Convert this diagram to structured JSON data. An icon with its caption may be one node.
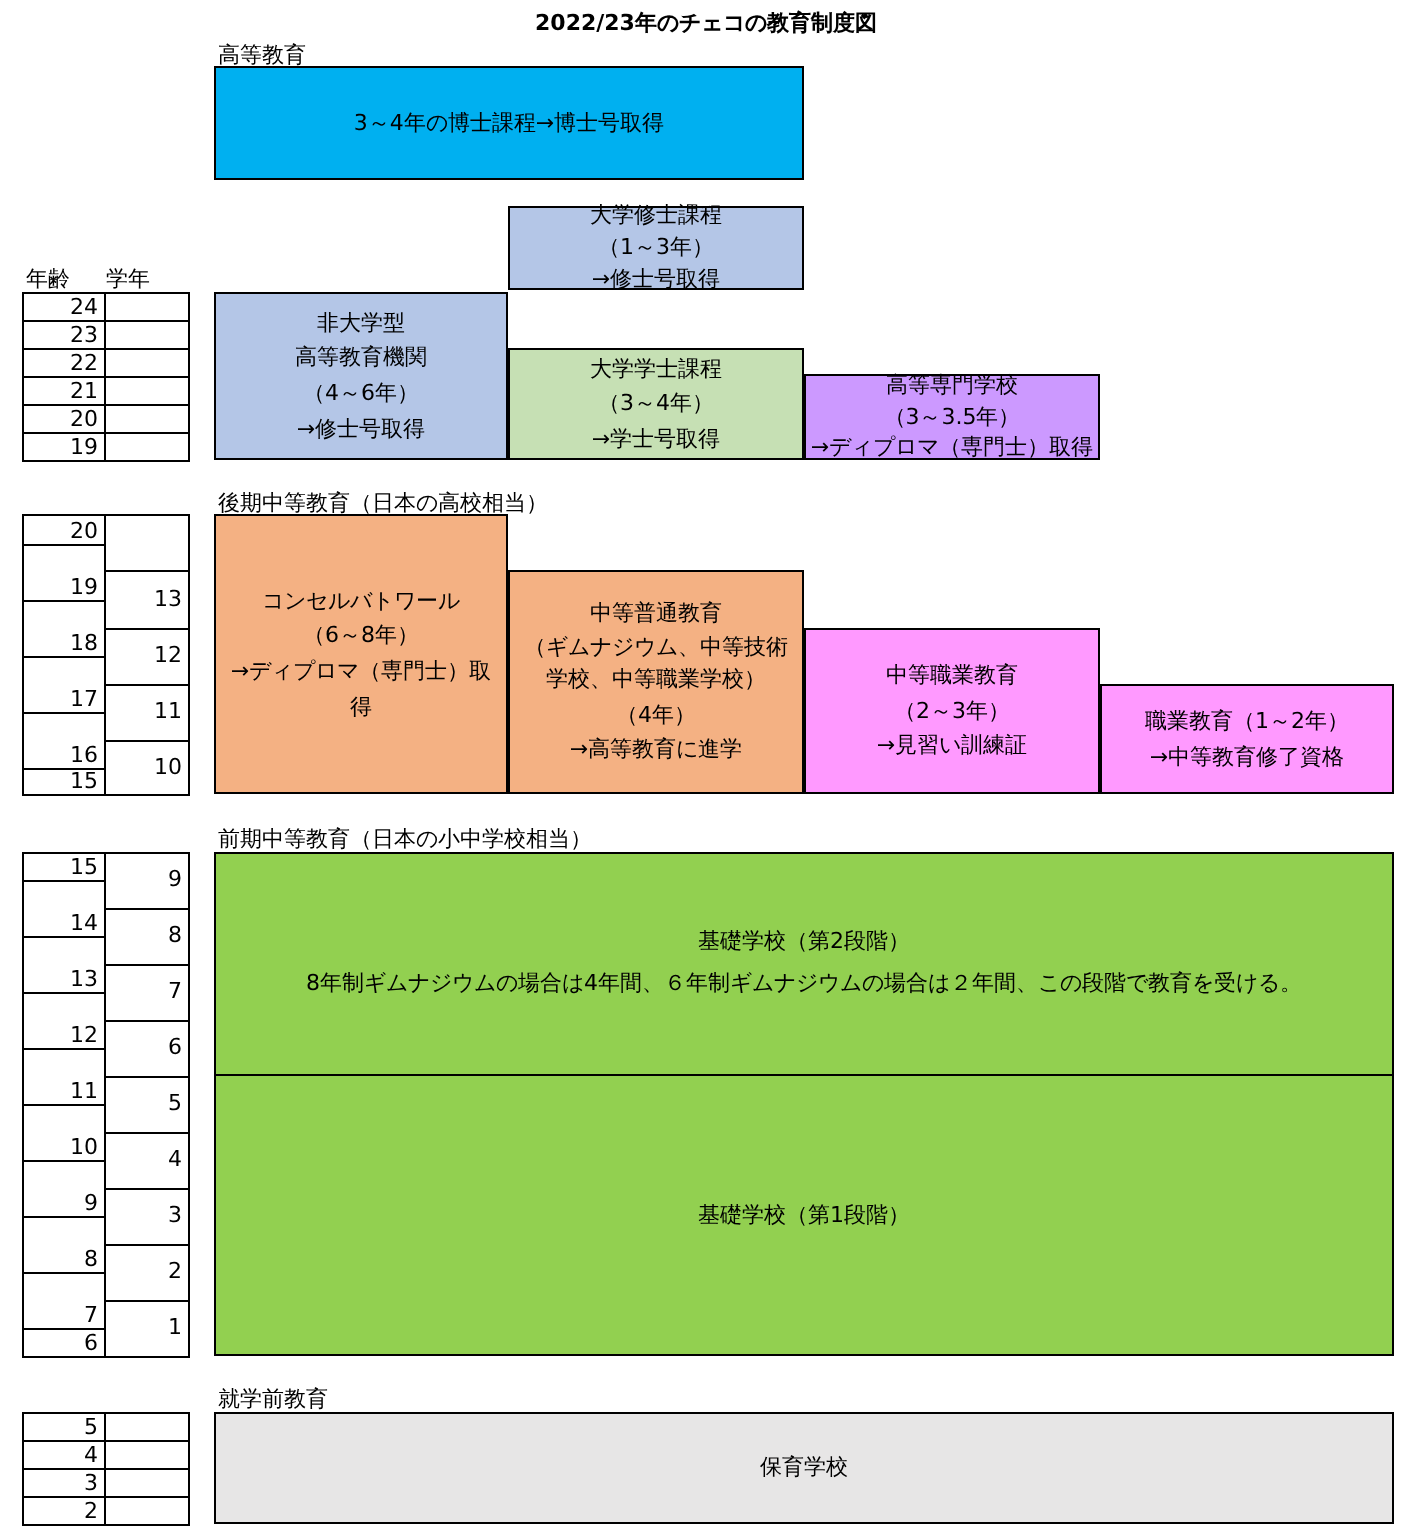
{
  "diagram": {
    "title": "2022/23年のチェコの教育制度図",
    "nodes": [
      {
        "text": [
          "3～4年の博士課程→博士号取得"
        ]
      },
      {
        "text": [
          "大学修士課程",
          "（1～3年）",
          "→修士号取得"
        ]
      },
      {
        "text": [
          "非大学型",
          "高等教育機関",
          "（4～6年）",
          "→修士号取得"
        ]
      },
      {
        "text": [
          "大学学士課程",
          "（3～4年）",
          "→学士号取得"
        ]
      },
      {
        "text": [
          "高等専門学校",
          "（3～3.5年）",
          "→ディプロマ（専門士）取得"
        ]
      },
      {
        "text": [
          "コンセルバトワール",
          "（6～8年）",
          "→ディプロマ（専門士）取得"
        ]
      },
      {
        "text": [
          "中等普通教育",
          "（ギムナジウム、中等技術学校、中等職業学校）",
          "（4年）",
          "→高等教育に進学"
        ]
      },
      {
        "text": [
          "中等職業教育",
          "（2～3年）",
          "→見習い訓練証"
        ]
      },
      {
        "text": [
          "職業教育（1～2年）",
          "→中等教育修了資格"
        ]
      },
      {
        "text": [
          "基礎学校（第2段階）",
          "8年制ギムナジウムの場合は4年間、６年制ギムナジウムの場合は２年間、この段階で教育を受ける。"
        ]
      },
      {
        "text": [
          "基礎学校（第1段階）"
        ]
      },
      {
        "text": [
          "保育学校"
        ]
      }
    ],
    "edges": [],
    "labels": [
      "高等教育",
      "年齢",
      "学年",
      "24",
      "23",
      "22",
      "21",
      "20",
      "19",
      "後期中等教育（日本の高校相当）",
      "20",
      "19",
      "18",
      "17",
      "16",
      "15",
      "13",
      "12",
      "11",
      "10",
      "前期中等教育（日本の小中学校相当）",
      "15",
      "14",
      "13",
      "12",
      "11",
      "10",
      "9",
      "8",
      "7",
      "6",
      "9",
      "8",
      "7",
      "6",
      "5",
      "4",
      "3",
      "2",
      "1",
      "就学前教育",
      "5",
      "4",
      "3",
      "2"
    ]
  }
}
